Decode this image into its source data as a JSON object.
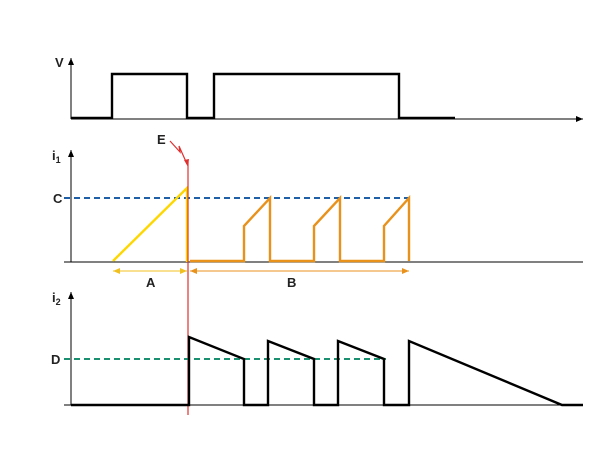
{
  "labels": {
    "v_axis": "V",
    "i1_axis": "i",
    "i1_sub": "1",
    "i2_axis": "i",
    "i2_sub": "2",
    "c": "C",
    "d": "D",
    "e": "E",
    "a": "A",
    "b": "B"
  },
  "colors": {
    "axis": "#000000",
    "voltage": "#000000",
    "charge_ramp": "#ffd700",
    "i1_pulses": "#e8921c",
    "level_c": "#1f5fa8",
    "level_d": "#1a9070",
    "event_marker": "#e03030",
    "interval_a": "#f0c020",
    "interval_b": "#e8921c",
    "i2_wave": "#000000"
  },
  "icons": {
    "event_marker": "lightning-arrow-icon"
  }
}
